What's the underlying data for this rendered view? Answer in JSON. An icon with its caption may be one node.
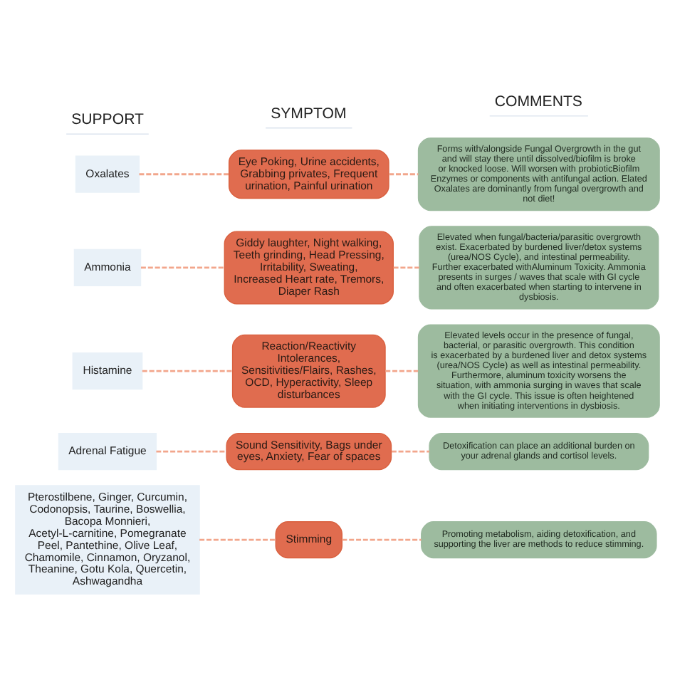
{
  "diagram": {
    "nodes": [
      {
        "text": [
          "Oxalates"
        ]
      },
      {
        "text": [
          "Eye Poking, Urine accidents, Grabbing privates, Frequent urination, Painful urination"
        ]
      },
      {
        "text": [
          "Forms with/alongside Fungal Overgrowth in the gut and will stay there until dissolved/biofilm is broke or knocked loose. Will worsen with probioticBiofilm Enzymes or components with antifungal action. Elated Oxalates are dominantly from fungal overgrowth and not diet!"
        ]
      },
      {
        "text": [
          "Ammonia"
        ]
      },
      {
        "text": [
          "Giddy laughter, Night walking, Teeth grinding, Head Pressing, Irritability, Sweating, Increased Heart rate, Tremors, Diaper Rash"
        ]
      },
      {
        "text": [
          "Elevated when fungal/bacteria/parasitic overgrowth exist. Exacerbated by burdened liver/detox systems (urea/NOS Cycle), and intestinal permeability. Further exacerbated withAluminum Toxicity. Ammonia presents in surges / waves that scale with GI cycle and often exacerbated when starting to intervene in dysbiosis."
        ]
      },
      {
        "text": [
          "Histamine"
        ]
      },
      {
        "text": [
          "Reaction/Reactivity Intolerances, Sensitivities/Flairs, Rashes, OCD, Hyperactivity, Sleep disturbances"
        ]
      },
      {
        "text": [
          "Elevated levels occur in the presence of fungal, bacterial, or parasitic overgrowth. This condition is exacerbated by a burdened liver and detox systems (urea/NOS Cycle) as well as intestinal permeability. Furthermore, aluminum toxicity worsens the situation, with ammonia surging in waves that scale with the GI cycle. This issue is often heightened when initiating interventions in dysbiosis."
        ]
      },
      {
        "text": [
          "Adrenal Fatigue"
        ]
      },
      {
        "text": [
          "Sound Sensitivity, Bags under eyes, Anxiety, Fear of spaces"
        ]
      },
      {
        "text": [
          "Detoxification can place an additional burden on your adrenal glands and cortisol levels."
        ]
      },
      {
        "text": [
          "Pterostilbene, Ginger, Curcumin, Codonopsis, Taurine, Boswellia, Bacopa Monnieri, Acetyl-L-carnitine, Pomegranate Peel, Pantethine, Olive Leaf, Chamomile, Cinnamon, Oryzanol, Theanine, Gotu Kola, Quercetin, Ashwagandha"
        ]
      },
      {
        "text": [
          "Stimming"
        ]
      },
      {
        "text": [
          "Promoting metabolism, aiding detoxification, and supporting the liver are methods to reduce stimming."
        ]
      }
    ],
    "edges": [
      {
        "from": 0,
        "to": 1,
        "arrow": "none",
        "style": "dashed"
      },
      {
        "from": 1,
        "to": 2,
        "arrow": "none",
        "style": "dashed"
      },
      {
        "from": 3,
        "to": 4,
        "arrow": "none",
        "style": "dashed"
      },
      {
        "from": 4,
        "to": 5,
        "arrow": "none",
        "style": "dashed"
      },
      {
        "from": 6,
        "to": 7,
        "arrow": "none",
        "style": "dashed"
      },
      {
        "from": 7,
        "to": 8,
        "arrow": "none",
        "style": "dashed"
      },
      {
        "from": 9,
        "to": 10,
        "arrow": "none",
        "style": "dashed"
      },
      {
        "from": 10,
        "to": 11,
        "arrow": "none",
        "style": "dashed"
      },
      {
        "from": 12,
        "to": 13,
        "arrow": "none",
        "style": "dashed"
      },
      {
        "from": 13,
        "to": 14,
        "arrow": "none",
        "style": "dashed"
      }
    ],
    "labels": [
      "SUPPORT",
      "SYMPTOM",
      "COMMENTS"
    ]
  }
}
